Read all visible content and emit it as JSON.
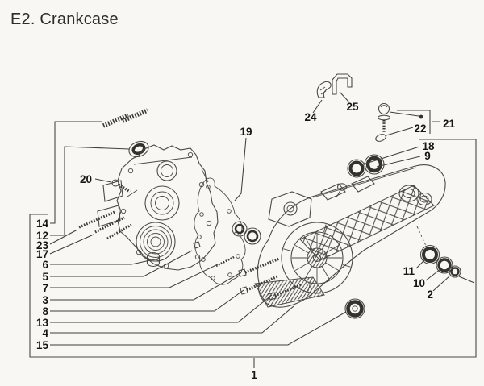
{
  "page": {
    "title": "E2. Crankcase"
  },
  "colors": {
    "background": "#f8f7f4",
    "line": "#4a4944",
    "text": "#16160f"
  },
  "diagram": {
    "type": "exploded-parts-diagram",
    "subject": "Crankcase",
    "callouts": [
      {
        "label": "14"
      },
      {
        "label": "12"
      },
      {
        "label": "23"
      },
      {
        "label": "17"
      },
      {
        "label": "6"
      },
      {
        "label": "5"
      },
      {
        "label": "7"
      },
      {
        "label": "3"
      },
      {
        "label": "8"
      },
      {
        "label": "13"
      },
      {
        "label": "4"
      },
      {
        "label": "15"
      },
      {
        "label": "20"
      },
      {
        "label": "19"
      },
      {
        "label": "24"
      },
      {
        "label": "25"
      },
      {
        "label": "22"
      },
      {
        "label": "21"
      },
      {
        "label": "18"
      },
      {
        "label": "9"
      },
      {
        "label": "11"
      },
      {
        "label": "10"
      },
      {
        "label": "2"
      },
      {
        "label": "1"
      }
    ]
  }
}
